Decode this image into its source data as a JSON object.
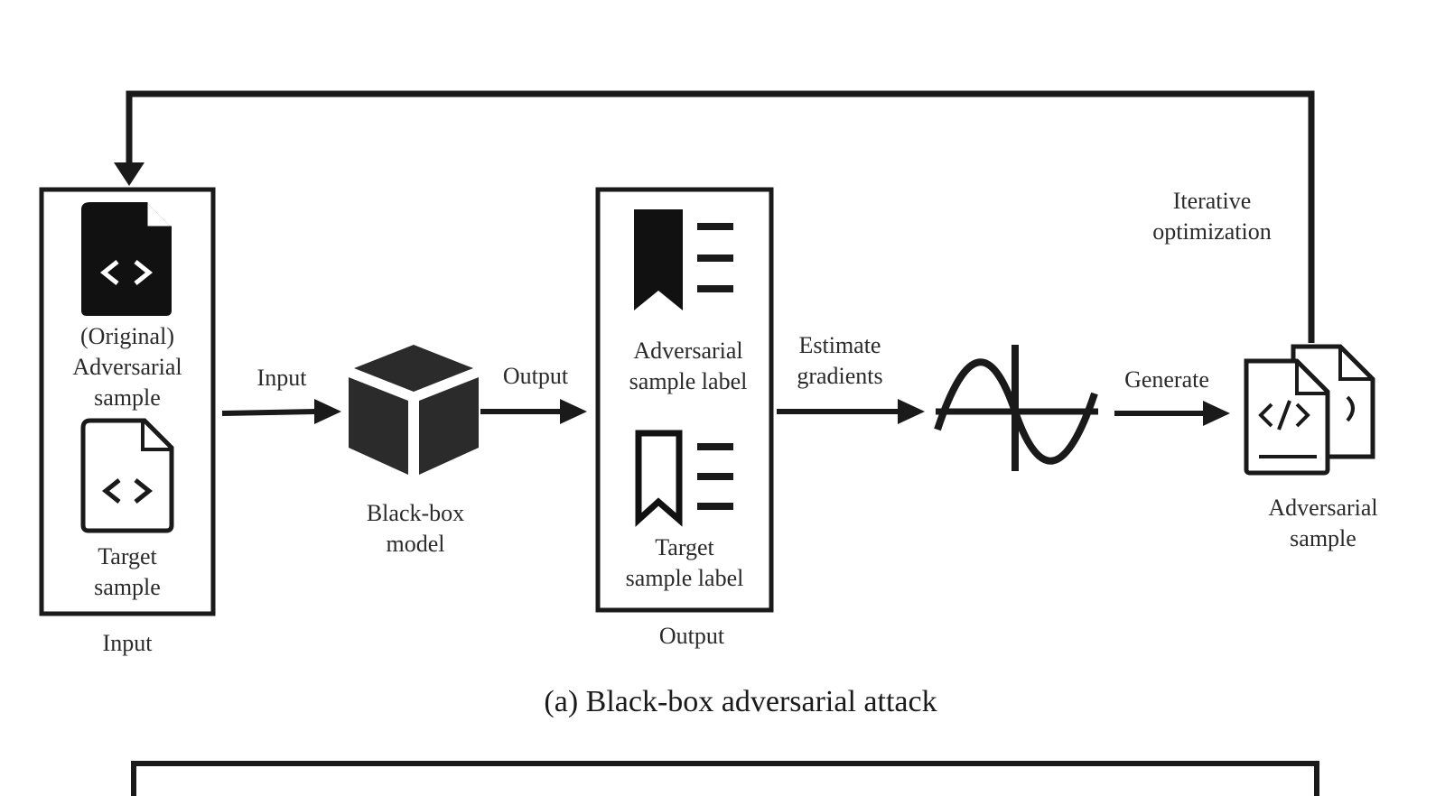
{
  "diagram": {
    "input_box": {
      "original_line1": "(Original)",
      "original_line2": "Adversarial",
      "original_line3": "sample",
      "target_line1": "Target",
      "target_line2": "sample",
      "caption": "Input"
    },
    "arrow_input": "Input",
    "model": {
      "line1": "Black-box",
      "line2": "model"
    },
    "arrow_output": "Output",
    "output_box": {
      "adv_line1": "Adversarial",
      "adv_line2": "sample label",
      "target_line1": "Target",
      "target_line2": "sample label",
      "caption": "Output"
    },
    "estimate": {
      "line1": "Estimate",
      "line2": "gradients"
    },
    "generate": "Generate",
    "iterative": {
      "line1": "Iterative",
      "line2": "optimization"
    },
    "result": {
      "line1": "Adversarial",
      "line2": "sample"
    },
    "caption": "(a) Black-box adversarial attack"
  },
  "icons": {
    "original_doc": "code-document-icon",
    "target_doc": "code-document-outline-icon",
    "model": "cube-icon",
    "adv_label": "bookmark-filled-icon",
    "target_label": "bookmark-outline-icon",
    "gradient": "sine-wave-icon",
    "result": "code-files-icon"
  }
}
